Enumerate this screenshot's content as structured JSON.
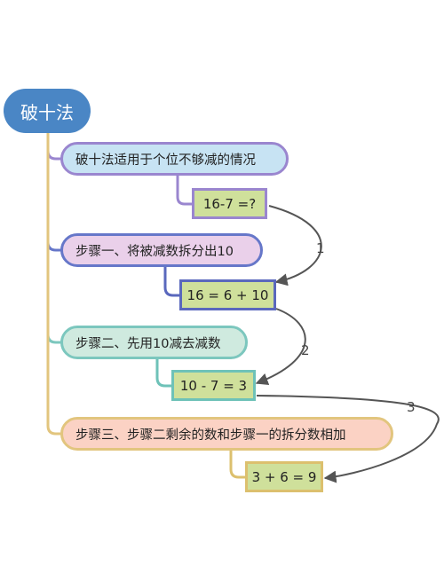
{
  "root": {
    "label": "破十法"
  },
  "topics": [
    {
      "label": "破十法适用于个位不够减的情况",
      "formula": "16-7 =?"
    },
    {
      "label": "步骤一、将被减数拆分出10",
      "formula": "16 = 6 + 10"
    },
    {
      "label": "步骤二、先用10减去减数",
      "formula": "10 - 7 = 3"
    },
    {
      "label": "步骤三、步骤二剩余的数和步骤一的拆分数相加",
      "formula": "3 + 6 = 9"
    }
  ],
  "step_labels": [
    "1",
    "2",
    "3"
  ],
  "colors": {
    "root": "#4a86c5",
    "branch_1": "#9a86cf",
    "branch_2": "#6677c9",
    "branch_3": "#7cc7be",
    "branch_4": "#e2c57e",
    "formula_fill": "#cfe09b",
    "arrow": "#555555"
  }
}
